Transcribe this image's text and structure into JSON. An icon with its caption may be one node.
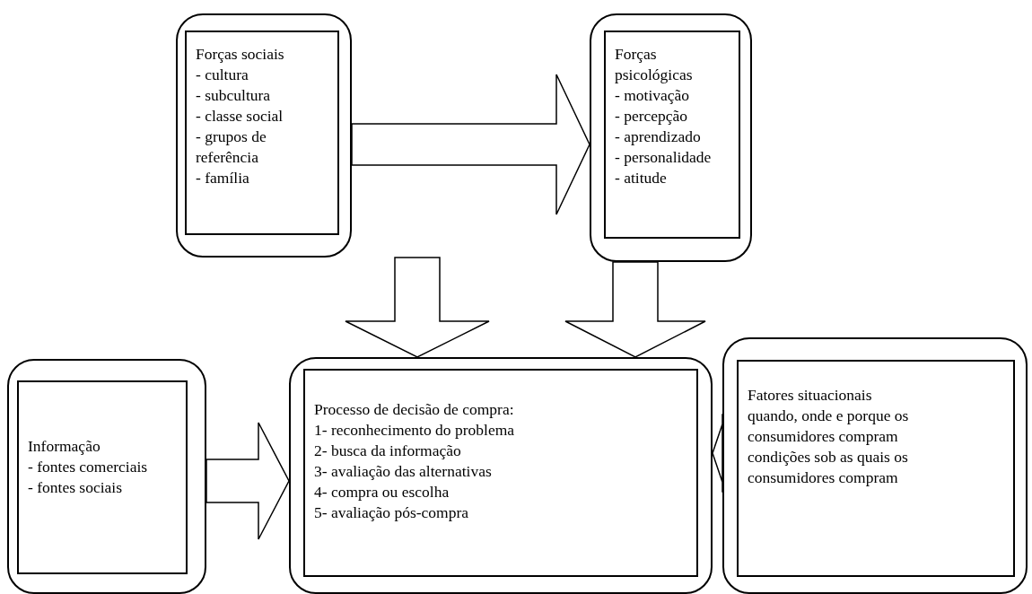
{
  "diagram": {
    "nodes": [
      {
        "text": [],
        "shape": "box"
      },
      {
        "text": [
          "Forças sociais",
          "- cultura",
          "- subcultura",
          "- classe social",
          "- grupos de referência",
          "- família"
        ],
        "in": 0
      },
      {
        "text": [],
        "shape": "box"
      },
      {
        "text": [
          "Forças psicológicas",
          "- motivação",
          "- percepção",
          "- aprendizado",
          "- personalidade",
          "- atitude"
        ],
        "in": 2
      },
      {
        "text": [],
        "shape": "box"
      },
      {
        "text": [
          "Informação",
          "- fontes comerciais",
          "- fontes sociais"
        ],
        "in": 4
      },
      {
        "text": [],
        "shape": "box"
      },
      {
        "text": [
          "Processo de decisão de compra:",
          "1- reconhecimento do problema",
          "2- busca da informação",
          "3- avaliação das alternativas",
          "4- compra ou escolha",
          "5- avaliação pós-compra"
        ],
        "in": 6
      },
      {
        "text": [],
        "shape": "box"
      },
      {
        "text": [
          "Fatores situacionais",
          "quando, onde e porque os consumidores compram",
          "condições sob as quais os consumidores compram"
        ],
        "in": 8
      }
    ],
    "edges": [
      {
        "from": 0,
        "to": 2,
        "arrow": "to"
      },
      {
        "from": 0,
        "to": 6,
        "arrow": "to"
      },
      {
        "from": 2,
        "to": 6,
        "arrow": "to"
      },
      {
        "from": 4,
        "to": 6,
        "arrow": "to"
      },
      {
        "from": 8,
        "to": 6,
        "arrow": "to"
      }
    ]
  }
}
